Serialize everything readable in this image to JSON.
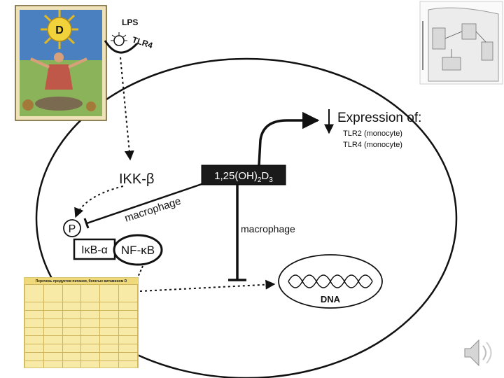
{
  "labels": {
    "lps": "LPS",
    "tlr4": "TLR4",
    "ikk": "IKK-β",
    "p": "P",
    "ikb": "IκB-α",
    "nfkb": "NF-κB",
    "vitd_prefix": "1,25(OH)",
    "vitd_sub2": "2",
    "vitd_d": "D",
    "vitd_sub3": "3",
    "macrophage_left": "macrophage",
    "macrophage_down": "macrophage",
    "expression_title": "Expression of:",
    "expression_tlr2": "TLR2 (monocyte)",
    "expression_tlr4": "TLR4 (monocyte)",
    "dna": "DNA",
    "sun_letter": "D"
  },
  "table": {
    "title": "Перечень продуктов питания, богатых витамином D",
    "headers": [
      "",
      "",
      "",
      "",
      "",
      ""
    ],
    "rows": [
      [
        "",
        "",
        "",
        "",
        "",
        ""
      ],
      [
        "",
        "",
        "",
        "",
        "",
        ""
      ],
      [
        "",
        "",
        "",
        "",
        "",
        ""
      ],
      [
        "",
        "",
        "",
        "",
        "",
        ""
      ],
      [
        "",
        "",
        "",
        "",
        "",
        ""
      ],
      [
        "",
        "",
        "",
        "",
        "",
        ""
      ],
      [
        "",
        "",
        "",
        "",
        "",
        ""
      ],
      [
        "",
        "",
        "",
        "",
        "",
        ""
      ]
    ]
  },
  "colors": {
    "cell_outline": "#111111",
    "vitd_box": "#1a1a1a",
    "table_bg": "#f7e9a6",
    "sun": "#f2d23a",
    "sky": "#4a7fc0"
  },
  "icons": [
    "speaker-icon",
    "sun-illustration",
    "cell-diagram-thumbnail",
    "dna-helix-icon"
  ]
}
